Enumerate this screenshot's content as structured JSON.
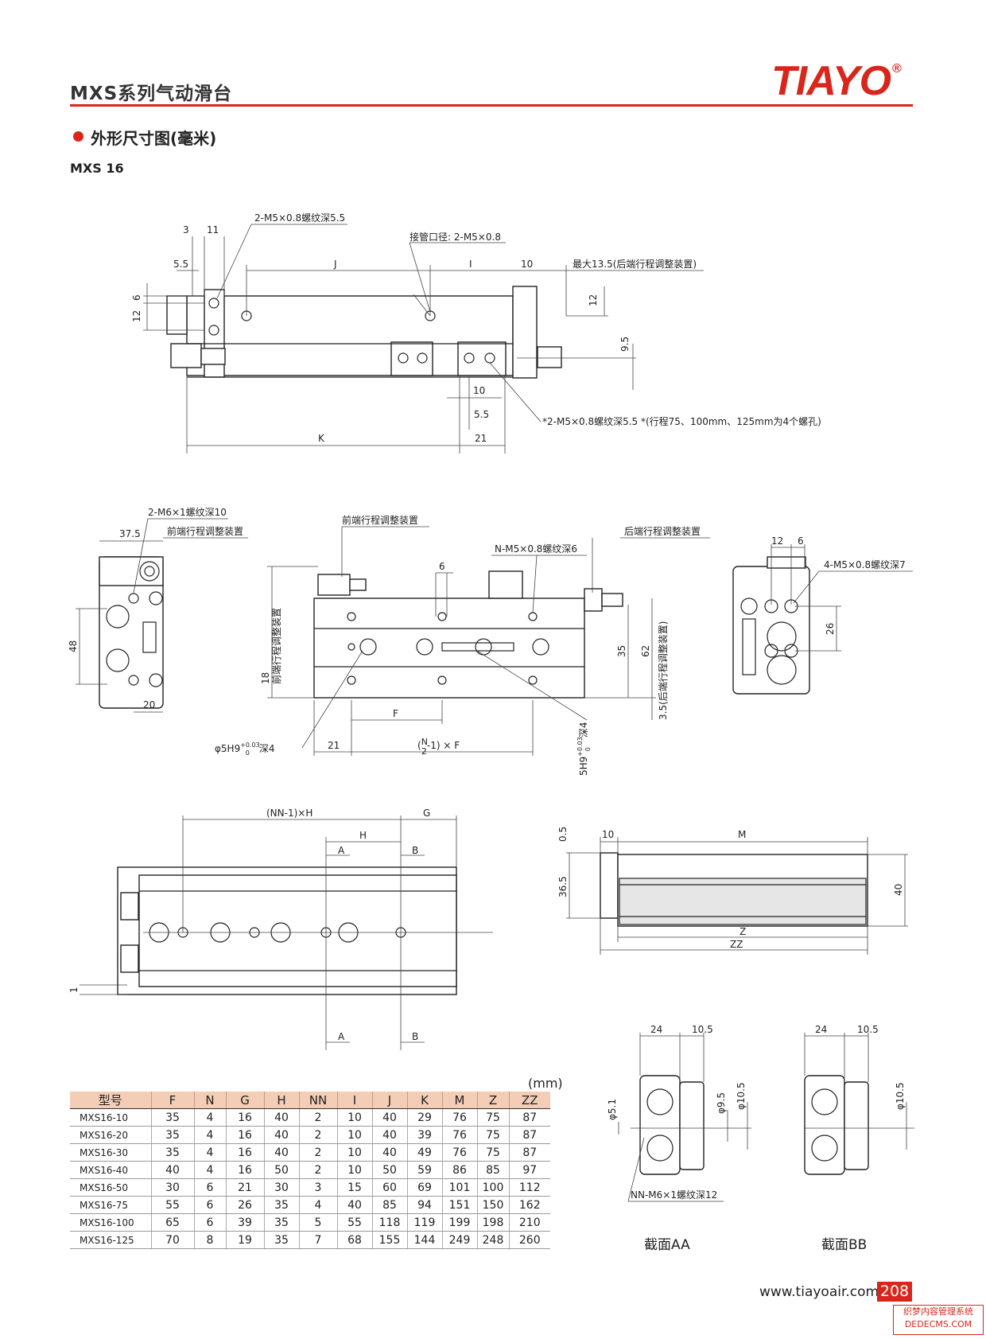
{
  "header": {
    "title": "MXS系列气动滑台",
    "brand": "TIAYO",
    "registered": "®"
  },
  "section": {
    "title": "外形尺寸图(毫米)",
    "model": "MXS 16"
  },
  "colors": {
    "accent": "#d9261c",
    "table_header": "#f4cdb6"
  },
  "drawings": {
    "top_view": {
      "thread_note": "2-M5×0.8螺纹深5.5",
      "port_note": "接管口径: 2-M5×0.8",
      "max_note": "最大13.5(后端行程调整装置)",
      "bottom_note": "*2-M5×0.8螺纹深5.5  *(行程75、100mm、125mm为4个螺孔)",
      "dims": [
        "3",
        "11",
        "5.5",
        "J",
        "I",
        "10",
        "12",
        "6",
        "12",
        "9.5",
        "10",
        "5.5",
        "K",
        "21"
      ]
    },
    "front_view": {
      "left_thread_note": "2-M6×1螺纹深10",
      "front_adjuster": "前端行程调整装置",
      "rear_adjuster": "后端行程调整装置",
      "n_thread_note": "N-M5×0.8螺纹深6",
      "side_thread_note": "4-M5×0.8螺纹深7",
      "hole_note": "φ5H9",
      "hole_tol_upper": "+0.03",
      "hole_tol_lower": "0",
      "depth4": "深4",
      "slot_note": "5H9",
      "front_vertical": "前端行程调整装置",
      "rear_vertical": "3.5(后端行程调整装置)",
      "dims": [
        "37.5",
        "48",
        "20",
        "18",
        "6",
        "35",
        "62",
        "12",
        "6",
        "26",
        "F",
        "21",
        "(N/2-1)×F"
      ],
      "formula_prefix": "(",
      "formula_num": "N",
      "formula_den": "2",
      "formula_suffix": "-1) × F"
    },
    "bottom_view": {
      "dims": [
        "(NN-1)×H",
        "G",
        "H",
        "A",
        "B",
        "A",
        "B",
        "1"
      ]
    },
    "side_view": {
      "dims": [
        "0.5",
        "10",
        "M",
        "36.5",
        "40",
        "Z",
        "ZZ"
      ]
    },
    "sections": {
      "aa": {
        "caption": "截面AA",
        "dims": [
          "24",
          "10.5",
          "φ5.1",
          "φ9.5",
          "φ10.5"
        ],
        "note": "NN-M6×1螺纹深12"
      },
      "bb": {
        "caption": "截面BB",
        "dims": [
          "24",
          "10.5",
          "φ10.5"
        ]
      }
    }
  },
  "table": {
    "units": "(mm)",
    "headers": [
      "型号",
      "F",
      "N",
      "G",
      "H",
      "NN",
      "I",
      "J",
      "K",
      "M",
      "Z",
      "ZZ"
    ],
    "rows": [
      [
        "MXS16-10",
        "35",
        "4",
        "16",
        "40",
        "2",
        "10",
        "40",
        "29",
        "76",
        "75",
        "87"
      ],
      [
        "MXS16-20",
        "35",
        "4",
        "16",
        "40",
        "2",
        "10",
        "40",
        "39",
        "76",
        "75",
        "87"
      ],
      [
        "MXS16-30",
        "35",
        "4",
        "16",
        "40",
        "2",
        "10",
        "40",
        "49",
        "76",
        "75",
        "87"
      ],
      [
        "MXS16-40",
        "40",
        "4",
        "16",
        "50",
        "2",
        "10",
        "50",
        "59",
        "86",
        "85",
        "97"
      ],
      [
        "MXS16-50",
        "30",
        "6",
        "21",
        "30",
        "3",
        "15",
        "60",
        "69",
        "101",
        "100",
        "112"
      ],
      [
        "MXS16-75",
        "55",
        "6",
        "26",
        "35",
        "4",
        "40",
        "85",
        "94",
        "151",
        "150",
        "162"
      ],
      [
        "MXS16-100",
        "65",
        "6",
        "39",
        "35",
        "5",
        "55",
        "118",
        "119",
        "199",
        "198",
        "210"
      ],
      [
        "MXS16-125",
        "70",
        "8",
        "19",
        "35",
        "7",
        "68",
        "155",
        "144",
        "249",
        "248",
        "260"
      ]
    ]
  },
  "footer": {
    "url": "www.tiayoair.com",
    "page": "208",
    "watermark_1": "织梦内容管理系统",
    "watermark_2": "DEDECMS.COM"
  }
}
